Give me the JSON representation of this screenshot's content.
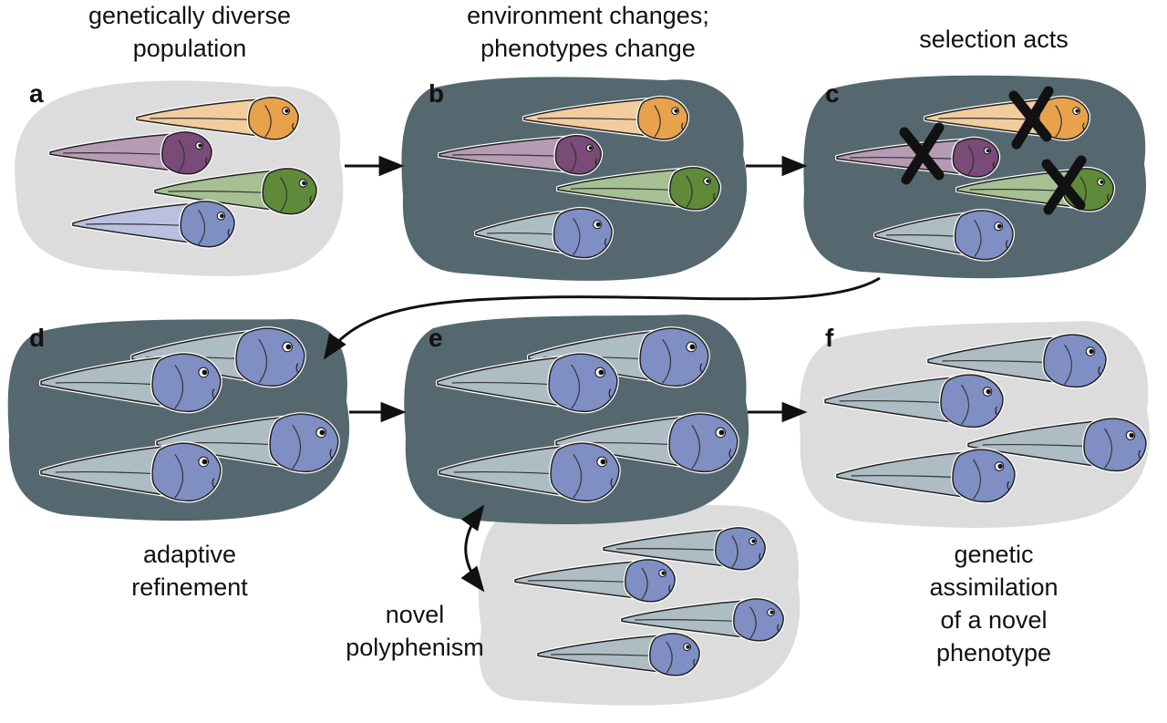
{
  "colors": {
    "light_blob": "#dcdcdc",
    "dark_blob": "#55676f",
    "orange": "#e8a24c",
    "purple": "#7a4a78",
    "green": "#5e8a3a",
    "blue": "#7f8fc4",
    "arrow": "#111111"
  },
  "panels": {
    "a": {
      "letter": "a",
      "line1": "genetically diverse",
      "line2": "population"
    },
    "b": {
      "letter": "b",
      "line1": "environment changes;",
      "line2": "phenotypes change"
    },
    "c": {
      "letter": "c",
      "line1": "selection acts"
    },
    "d": {
      "letter": "d",
      "line1": "adaptive",
      "line2": "refinement"
    },
    "e": {
      "letter": "e",
      "line1": "novel",
      "line2": "polyphenism"
    },
    "f": {
      "letter": "f",
      "line1": "genetic",
      "line2": "assimilation",
      "line3": "of a novel",
      "line4": "phenotype"
    }
  },
  "icons": [
    "tadpole-icon",
    "x-mark-icon",
    "arrow-icon",
    "double-arrow-icon"
  ]
}
